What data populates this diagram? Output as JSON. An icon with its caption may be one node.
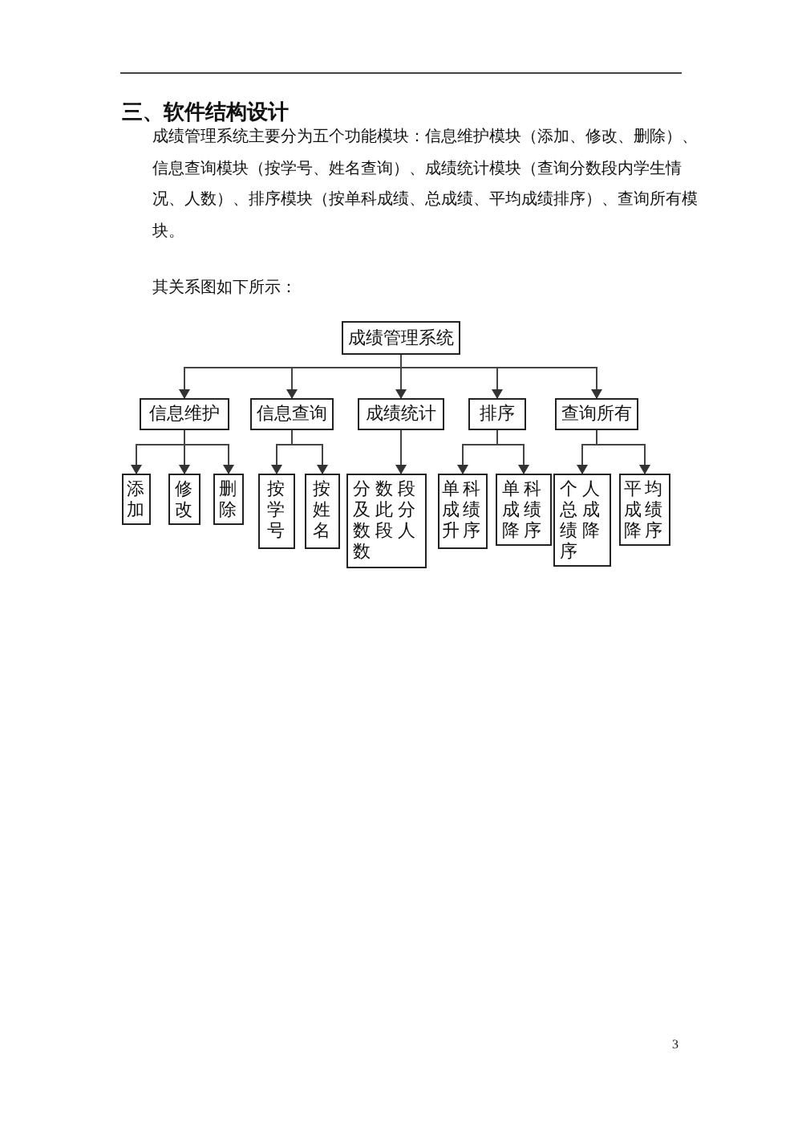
{
  "diagram": {
    "title": "三、软件结构设计",
    "nodes": [
      {
        "text": [
          "成绩管理系统"
        ]
      },
      {
        "text": [
          "信息维护"
        ]
      },
      {
        "text": [
          "信息查询"
        ]
      },
      {
        "text": [
          "成绩统计"
        ]
      },
      {
        "text": [
          "排序"
        ]
      },
      {
        "text": [
          "查询所有"
        ]
      },
      {
        "text": [
          "添加"
        ]
      },
      {
        "text": [
          "修改"
        ]
      },
      {
        "text": [
          "删除"
        ]
      },
      {
        "text": [
          "按学号"
        ]
      },
      {
        "text": [
          "按姓名"
        ]
      },
      {
        "text": [
          "分数段及此分数段人数"
        ]
      },
      {
        "text": [
          "单科成绩升序"
        ]
      },
      {
        "text": [
          "单科成绩降序"
        ]
      },
      {
        "text": [
          "个人总成绩降序"
        ]
      },
      {
        "text": [
          "平均成绩降序"
        ]
      }
    ],
    "edges": [
      {
        "from": 0,
        "to": 1,
        "arrow": "to"
      },
      {
        "from": 0,
        "to": 2,
        "arrow": "to"
      },
      {
        "from": 0,
        "to": 3,
        "arrow": "to"
      },
      {
        "from": 0,
        "to": 4,
        "arrow": "to"
      },
      {
        "from": 0,
        "to": 5,
        "arrow": "to"
      },
      {
        "from": 1,
        "to": 6,
        "arrow": "to"
      },
      {
        "from": 1,
        "to": 7,
        "arrow": "to"
      },
      {
        "from": 1,
        "to": 8,
        "arrow": "to"
      },
      {
        "from": 2,
        "to": 9,
        "arrow": "to"
      },
      {
        "from": 2,
        "to": 10,
        "arrow": "to"
      },
      {
        "from": 3,
        "to": 11,
        "arrow": "to"
      },
      {
        "from": 4,
        "to": 12,
        "arrow": "to"
      },
      {
        "from": 4,
        "to": 13,
        "arrow": "to"
      },
      {
        "from": 5,
        "to": 14,
        "arrow": "to"
      },
      {
        "from": 5,
        "to": 15,
        "arrow": "to"
      }
    ],
    "labels": [
      "成绩管理系统主要分为五个功能模块：信息维护模块（添加、修改、删除）、信息查询模块（按学号、姓名查询）、成绩统计模块（查询分数段内学生情况、人数）、排序模块（按单科成绩、总成绩、平均成绩排序）、查询所有模块。",
      "其关系图如下所示：",
      "3"
    ]
  }
}
